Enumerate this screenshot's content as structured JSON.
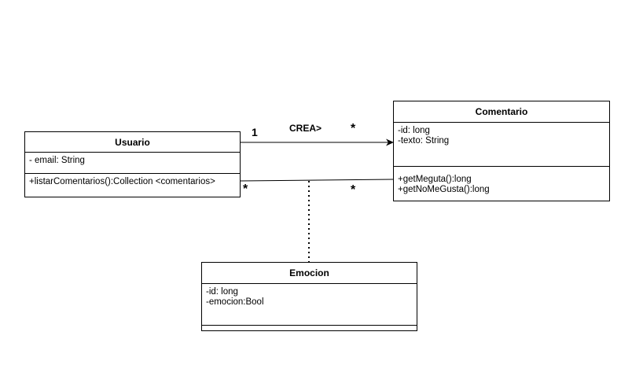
{
  "classes": {
    "usuario": {
      "name": "Usuario",
      "attributes": [
        "- email: String"
      ],
      "methods": [
        "+listarComentarios():Collection <comentarios>"
      ]
    },
    "comentario": {
      "name": "Comentario",
      "attributes": [
        "-id: long",
        "-texto: String"
      ],
      "methods": [
        "+getMeguta():long",
        "+getNoMeGusta():long"
      ]
    },
    "emocion": {
      "name": "Emocion",
      "attributes": [
        "-id: long",
        "-emocion:Bool"
      ],
      "methods": []
    }
  },
  "relations": {
    "crea": {
      "label": "CREA>",
      "source_multiplicity": "1",
      "target_multiplicity": "*"
    },
    "reacciona": {
      "source_multiplicity": "*",
      "target_multiplicity": "*"
    }
  }
}
